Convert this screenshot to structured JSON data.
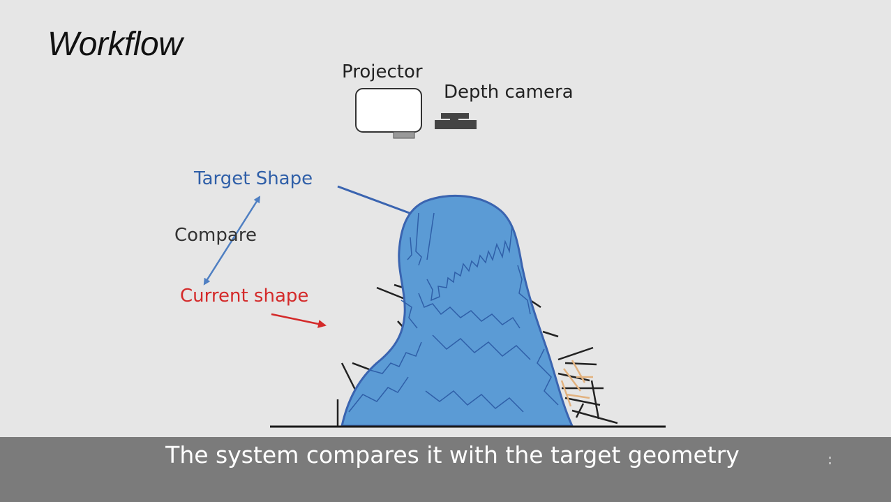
{
  "slide": {
    "title": "Workflow"
  },
  "diagram": {
    "projector_label": "Projector",
    "depth_camera_label": "Depth camera",
    "target_label": "Target Shape",
    "compare_label": "Compare",
    "current_label": "Current shape",
    "colors": {
      "target": "#2f5fa8",
      "current": "#d42a2a",
      "compare_arrow": "#4f7fc2",
      "shape_fill": "#5b9bd5",
      "shape_outline": "#3a64b0",
      "background": "#e6e6e6"
    }
  },
  "caption": {
    "text": "The system compares it with the target geometry"
  },
  "icons": {
    "more": "more-vertical-icon"
  }
}
